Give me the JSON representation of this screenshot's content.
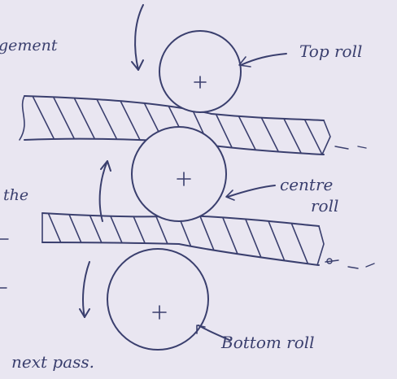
{
  "labels": {
    "top_roll": "Top roll",
    "centre_roll_line1": "centre",
    "centre_roll_line2": "roll",
    "bottom_roll": "Bottom roll",
    "left_fragment_1": "gement",
    "left_fragment_2": "the",
    "next_pass": "next pass."
  },
  "colors": {
    "paper": "#e9e6f1",
    "ink": "#3a3f6e"
  }
}
